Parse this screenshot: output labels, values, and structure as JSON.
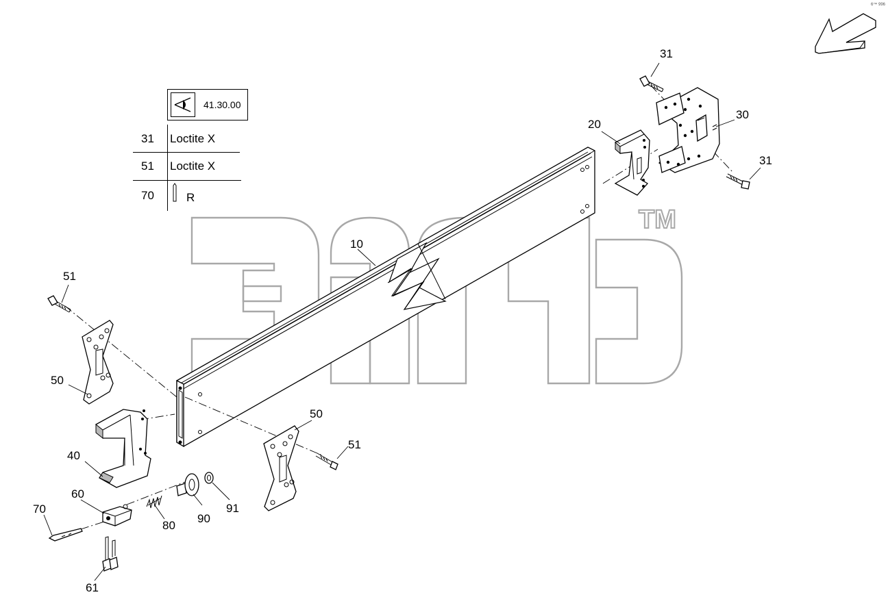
{
  "reference": {
    "code": "41.30.00",
    "icon": "eye-icon"
  },
  "legend": [
    {
      "num": "31",
      "text": "Loctite X"
    },
    {
      "num": "51",
      "text": "Loctite X"
    },
    {
      "num": "70",
      "text": "R",
      "icon": "pin-icon"
    }
  ],
  "watermark": {
    "trademark": "TM"
  },
  "corner_mark": "6™ 996",
  "labels": {
    "l31a": "31",
    "l31b": "31",
    "l30": "30",
    "l20": "20",
    "l10": "10",
    "l51a": "51",
    "l51b": "51",
    "l50a": "50",
    "l50b": "50",
    "l40": "40",
    "l60": "60",
    "l70": "70",
    "l80": "80",
    "l90": "90",
    "l91": "91",
    "l61": "61"
  }
}
